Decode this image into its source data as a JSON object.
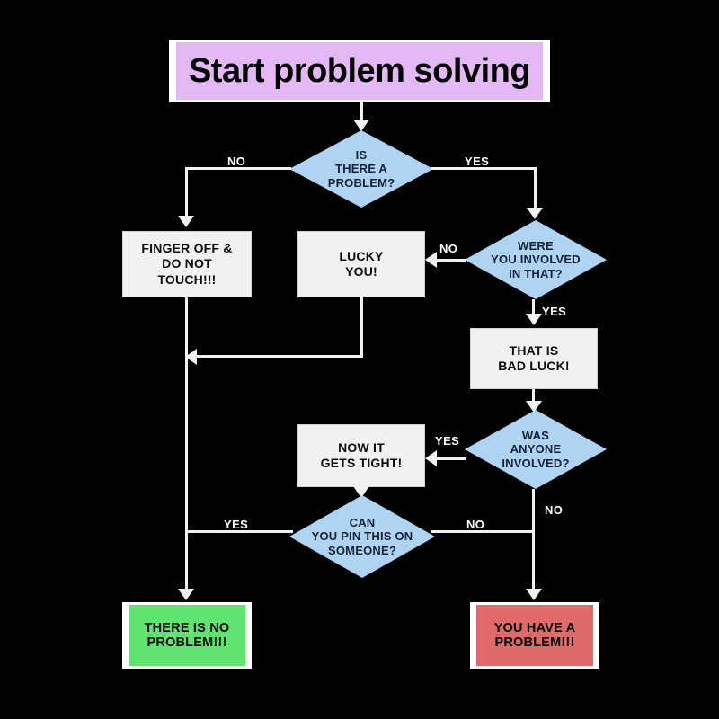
{
  "meta": {
    "background_color": "#000000",
    "line_color": "#f2f2f2",
    "decision_fill": "#aed4f2",
    "decision_text_color": "#16213a",
    "process_fill": "#f1f1f1",
    "title_fill": "#e3b8f5",
    "success_fill": "#5fe371",
    "failure_fill": "#e06a6a",
    "label_color": "#ffffff"
  },
  "chart_data": {
    "type": "diagram",
    "title": "Start problem solving",
    "nodes": [
      {
        "id": "start",
        "kind": "terminator",
        "label": "Start problem solving"
      },
      {
        "id": "problem",
        "kind": "decision",
        "label": "IS\nTHERE A\nPROBLEM?"
      },
      {
        "id": "finger",
        "kind": "process",
        "label": "FINGER OFF &\nDO NOT\nTOUCH!!!"
      },
      {
        "id": "lucky",
        "kind": "process",
        "label": "LUCKY\nYOU!"
      },
      {
        "id": "involved",
        "kind": "decision",
        "label": "WERE\nYOU INVOLVED\nIN THAT?"
      },
      {
        "id": "badluck",
        "kind": "process",
        "label": "THAT IS\nBAD LUCK!"
      },
      {
        "id": "anyone",
        "kind": "decision",
        "label": "WAS\nANYONE\nINVOLVED?"
      },
      {
        "id": "tight",
        "kind": "process",
        "label": "NOW IT\nGETS TIGHT!"
      },
      {
        "id": "pin",
        "kind": "decision",
        "label": "CAN\nYOU PIN THIS ON\nSOMEONE?"
      },
      {
        "id": "noproblem",
        "kind": "terminator",
        "label": "THERE IS NO\nPROBLEM!!!"
      },
      {
        "id": "haveproblem",
        "kind": "terminator",
        "label": "YOU HAVE A\nPROBLEM!!!"
      }
    ],
    "edges": [
      {
        "from": "start",
        "to": "problem",
        "label": ""
      },
      {
        "from": "problem",
        "to": "finger",
        "label": "NO"
      },
      {
        "from": "problem",
        "to": "involved",
        "label": "YES"
      },
      {
        "from": "involved",
        "to": "lucky",
        "label": "NO"
      },
      {
        "from": "involved",
        "to": "badluck",
        "label": "YES"
      },
      {
        "from": "lucky",
        "to": "noproblem",
        "label": ""
      },
      {
        "from": "finger",
        "to": "noproblem",
        "label": ""
      },
      {
        "from": "badluck",
        "to": "anyone",
        "label": ""
      },
      {
        "from": "anyone",
        "to": "tight",
        "label": "YES"
      },
      {
        "from": "anyone",
        "to": "haveproblem",
        "label": "NO"
      },
      {
        "from": "tight",
        "to": "pin",
        "label": ""
      },
      {
        "from": "pin",
        "to": "noproblem",
        "label": "YES"
      },
      {
        "from": "pin",
        "to": "haveproblem",
        "label": "NO"
      }
    ]
  },
  "title": {
    "text": "Start problem solving"
  },
  "decisions": {
    "problem": {
      "text": "IS\nTHERE A\nPROBLEM?"
    },
    "involved": {
      "text": "WERE\nYOU INVOLVED\nIN THAT?"
    },
    "anyone": {
      "text": "WAS\nANYONE\nINVOLVED?"
    },
    "pin": {
      "text": "CAN\nYOU PIN THIS ON\nSOMEONE?"
    }
  },
  "processes": {
    "finger": {
      "text": "FINGER OFF &\nDO NOT\nTOUCH!!!"
    },
    "lucky": {
      "text": "LUCKY\nYOU!"
    },
    "badluck": {
      "text": "THAT IS\nBAD LUCK!"
    },
    "tight": {
      "text": "NOW IT\nGETS TIGHT!"
    }
  },
  "results": {
    "green": {
      "text": "THERE IS NO\nPROBLEM!!!"
    },
    "red": {
      "text": "YOU HAVE A\nPROBLEM!!!"
    }
  },
  "edge_labels": {
    "problem_no": "NO",
    "problem_yes": "YES",
    "involved_no": "NO",
    "involved_yes": "YES",
    "anyone_yes": "YES",
    "anyone_no": "NO",
    "pin_yes": "YES",
    "pin_no": "NO"
  }
}
